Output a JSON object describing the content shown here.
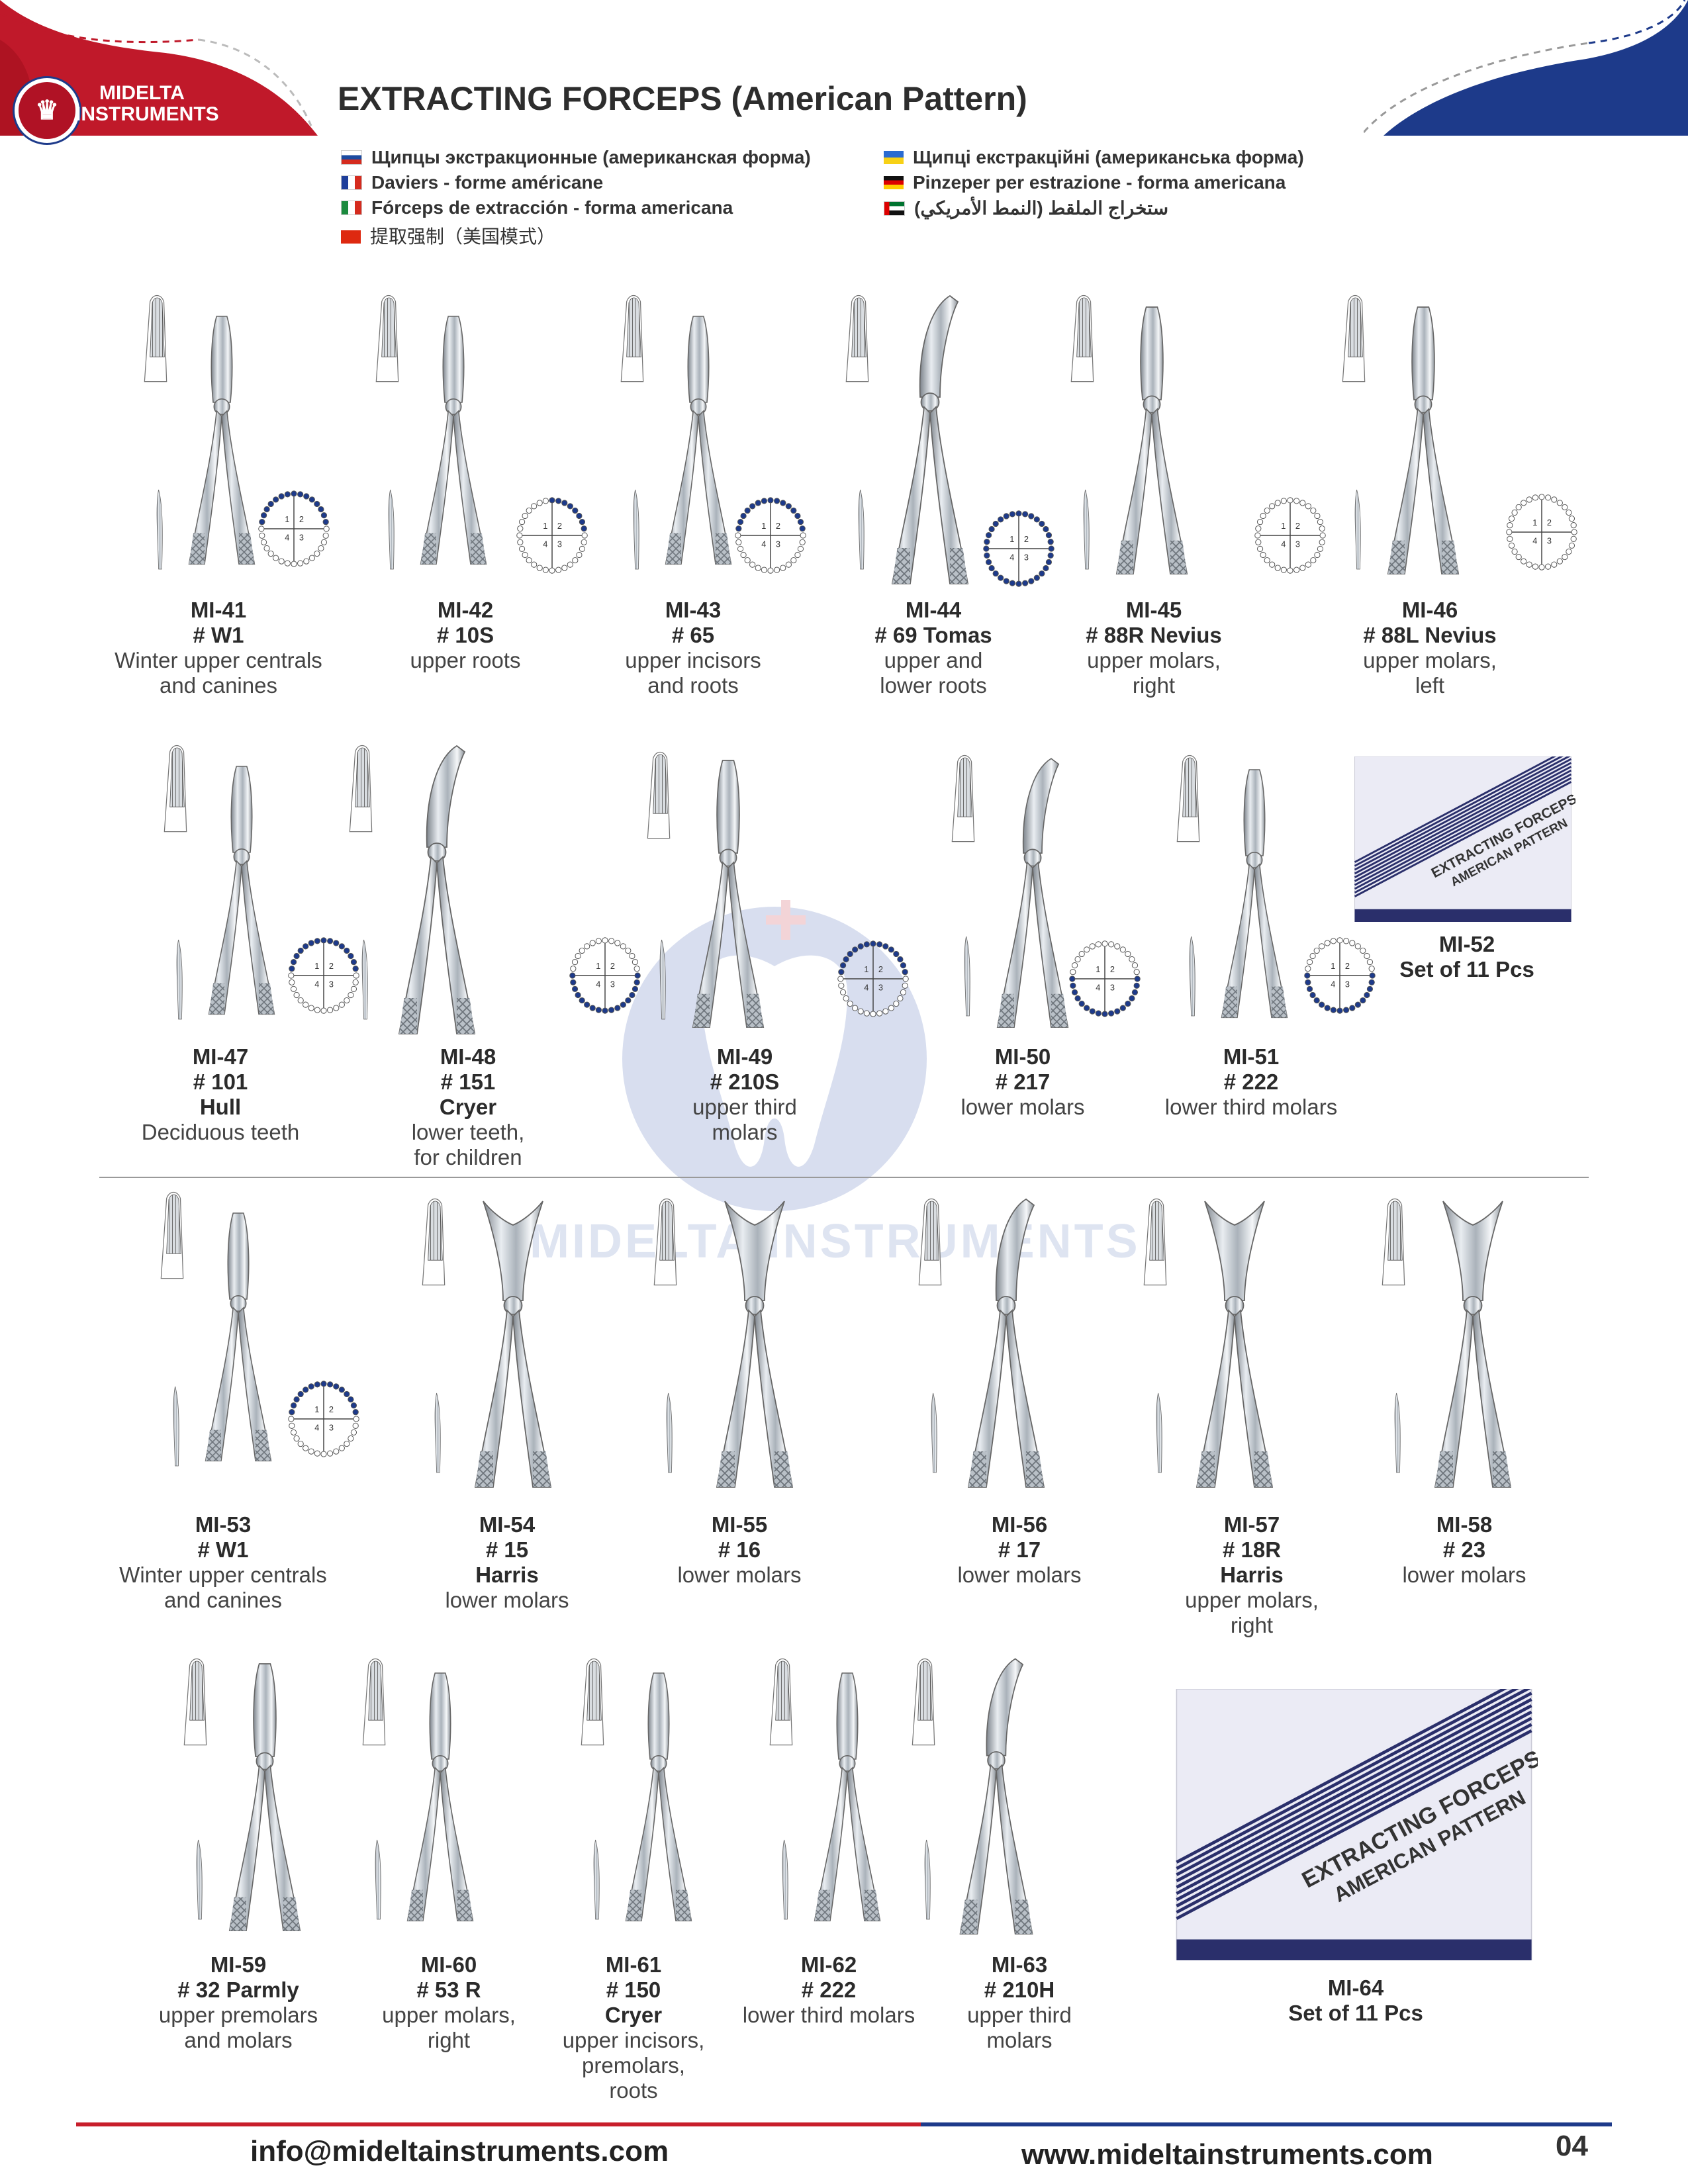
{
  "header": {
    "brand_line1": "MIDELTA",
    "brand_line2": "INSTRUMENTS",
    "title": "EXTRACTING FORCEPS (American Pattern)",
    "colors": {
      "red": "#c0192a",
      "blue": "#1d3a8a"
    }
  },
  "languages": [
    {
      "flag": "russia-flag",
      "text": "Щипцы экстракционные (американская форма)"
    },
    {
      "flag": "france-flag",
      "text": "Daviers - forme américane"
    },
    {
      "flag": "spain-flag",
      "text": "Fórceps de extracción - forma americana"
    },
    {
      "flag": "china-flag",
      "text": "提取强制（美国模式）"
    },
    {
      "flag": "ukraine-flag",
      "text": "Щипці екстракційні (американська форма)"
    },
    {
      "flag": "germany-flag",
      "text": "Pinzeper per estrazione - forma americana"
    },
    {
      "flag": "uae-flag",
      "text": "ستخراج الملقط (النمط الأمريكي)"
    }
  ],
  "products": [
    {
      "code": "MI-41",
      "num": "# W1",
      "name": "",
      "desc": [
        "Winter upper centrals",
        "and canines"
      ]
    },
    {
      "code": "MI-42",
      "num": "# 10S",
      "name": "",
      "desc": [
        "upper roots"
      ]
    },
    {
      "code": "MI-43",
      "num": "# 65",
      "name": "",
      "desc": [
        "upper incisors",
        "and roots"
      ]
    },
    {
      "code": "MI-44",
      "num": "# 69 Tomas",
      "name": "",
      "desc": [
        "upper and",
        "lower roots"
      ]
    },
    {
      "code": "MI-45",
      "num": "# 88R Nevius",
      "name": "",
      "desc": [
        "upper molars,",
        "right"
      ]
    },
    {
      "code": "MI-46",
      "num": "# 88L Nevius",
      "name": "",
      "desc": [
        "upper molars,",
        "left"
      ]
    },
    {
      "code": "MI-47",
      "num": "# 101",
      "name": "Hull",
      "desc": [
        "Deciduous teeth"
      ]
    },
    {
      "code": "MI-48",
      "num": "# 151",
      "name": "Cryer",
      "desc": [
        "lower teeth,",
        "for children"
      ]
    },
    {
      "code": "MI-49",
      "num": "# 210S",
      "name": "",
      "desc": [
        "upper third",
        "molars"
      ]
    },
    {
      "code": "MI-50",
      "num": "# 217",
      "name": "",
      "desc": [
        "lower molars"
      ]
    },
    {
      "code": "MI-51",
      "num": "# 222",
      "name": "",
      "desc": [
        "lower third molars"
      ]
    },
    {
      "code": "MI-52",
      "num": "Set of 11 Pcs",
      "name": "",
      "desc": []
    },
    {
      "code": "MI-53",
      "num": "# W1",
      "name": "",
      "desc": [
        "Winter upper centrals",
        "and canines"
      ]
    },
    {
      "code": "MI-54",
      "num": "# 15",
      "name": "Harris",
      "desc": [
        "lower molars"
      ]
    },
    {
      "code": "MI-55",
      "num": "# 16",
      "name": "",
      "desc": [
        "lower molars"
      ]
    },
    {
      "code": "MI-56",
      "num": "# 17",
      "name": "",
      "desc": [
        "lower molars"
      ]
    },
    {
      "code": "MI-57",
      "num": "# 18R",
      "name": "Harris",
      "desc": [
        "upper molars,",
        "right"
      ]
    },
    {
      "code": "MI-58",
      "num": "# 23",
      "name": "",
      "desc": [
        "lower molars"
      ]
    },
    {
      "code": "MI-59",
      "num": "# 32 Parmly",
      "name": "",
      "desc": [
        "upper premolars",
        "and molars"
      ]
    },
    {
      "code": "MI-60",
      "num": "# 53 R",
      "name": "",
      "desc": [
        "upper molars,",
        "right"
      ]
    },
    {
      "code": "MI-61",
      "num": "# 150",
      "name": "Cryer",
      "desc": [
        "upper incisors,",
        "premolars,",
        "roots"
      ]
    },
    {
      "code": "MI-62",
      "num": "# 222",
      "name": "",
      "desc": [
        "lower third molars"
      ]
    },
    {
      "code": "MI-63",
      "num": "# 210H",
      "name": "",
      "desc": [
        "upper third",
        "molars"
      ]
    },
    {
      "code": "MI-64",
      "num": "Set of 11 Pcs",
      "name": "",
      "desc": []
    }
  ],
  "box_label": {
    "line1": "EXTRACTING FORCEPS",
    "line2": "AMERICAN PATTERN"
  },
  "watermark": "MIDELTA INSTRUMENTS",
  "footer": {
    "email": "info@mideltainstruments.com",
    "website": "www.mideltainstruments.com",
    "page_number": "04"
  }
}
